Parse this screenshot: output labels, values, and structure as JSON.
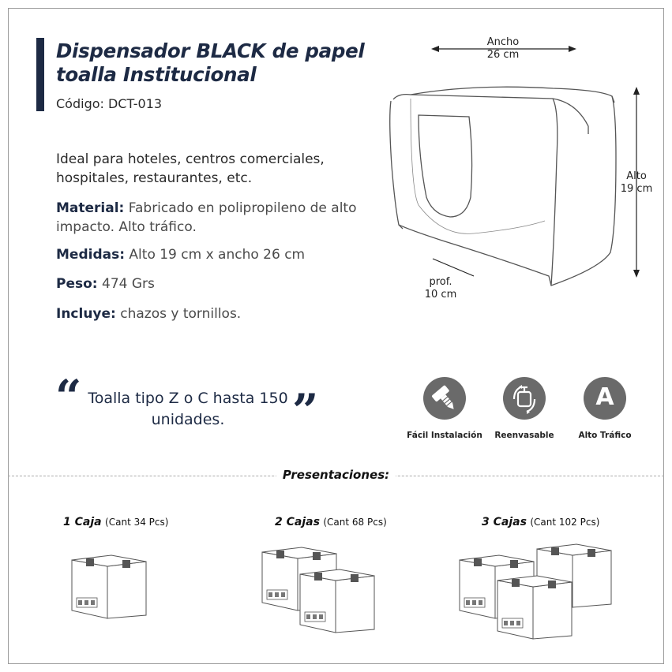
{
  "product": {
    "title_line1": "Dispensador BLACK de papel",
    "title_line2": "toalla Institucional",
    "code": "Código: DCT-013",
    "description": "Ideal para hoteles, centros comerciales, hospitales, restaurantes, etc.",
    "specs": [
      {
        "label": "Material:",
        "value": " Fabricado en polipropileno de alto impacto. Alto tráfico."
      },
      {
        "label": "Medidas:",
        "value": " Alto 19 cm x ancho 26 cm"
      },
      {
        "label": "Peso:",
        "value": " 474 Grs"
      },
      {
        "label": "Incluye:",
        "value": " chazos y tornillos."
      }
    ]
  },
  "dimensions": {
    "width_label": "Ancho",
    "width_value": "26 cm",
    "height_label": "Alto",
    "height_value": "19 cm",
    "depth_label": "prof.",
    "depth_value": "10 cm"
  },
  "quote": {
    "open": "“",
    "close": "”",
    "text": "Toalla tipo Z o C hasta 150 unidades."
  },
  "features": [
    {
      "label": "Fácil Instalación",
      "icon": "screw-icon"
    },
    {
      "label": "Reenvasable",
      "icon": "refill-icon"
    },
    {
      "label": "Alto Tráfico",
      "icon": "letter-a-icon",
      "letter": "A"
    }
  ],
  "presentations": {
    "heading": "Presentaciones:",
    "items": [
      {
        "name": "1 Caja",
        "cant": "(Cant 34 Pcs)",
        "boxes": 1
      },
      {
        "name": "2 Cajas",
        "cant": "(Cant 68 Pcs)",
        "boxes": 2
      },
      {
        "name": "3 Cajas",
        "cant": "(Cant 102 Pcs)",
        "boxes": 3
      }
    ]
  },
  "colors": {
    "navy": "#1d2a44",
    "icon_gray": "#6a6a6a"
  }
}
